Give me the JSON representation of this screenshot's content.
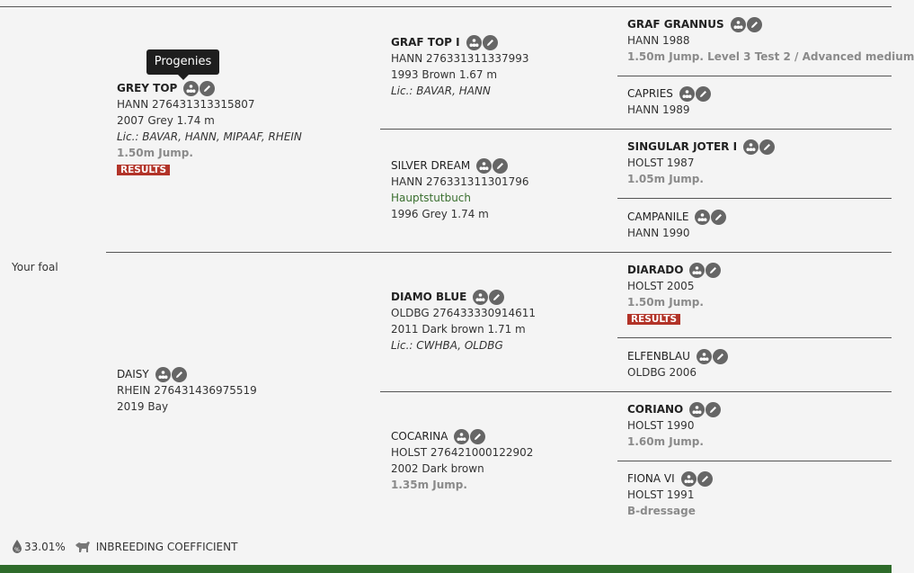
{
  "foal_label": "Your foal",
  "tooltip": "Progenies",
  "gen1": {
    "sire": {
      "name": "GREY TOP",
      "reg": "HANN 276431313315807",
      "details": "2007 Grey 1.74 m",
      "lic": "Lic.: BAVAR, HANN, MIPAAF, RHEIN",
      "perf": "1.50m Jump.",
      "badge": "RESULTS"
    },
    "dam": {
      "name": "DAISY",
      "reg": "RHEIN 276431436975519",
      "details": "2019 Bay"
    }
  },
  "gen2": {
    "ss": {
      "name": "GRAF TOP I",
      "reg": "HANN 276331311337993",
      "details": "1993 Brown 1.67 m",
      "lic": "Lic.: BAVAR, HANN"
    },
    "sd": {
      "name": "SILVER DREAM",
      "reg": "HANN 276331311301796",
      "book": "Hauptstutbuch",
      "details": "1996 Grey 1.74 m"
    },
    "ds": {
      "name": "DIAMO BLUE",
      "reg": "OLDBG 276433330914611",
      "details": "2011 Dark brown 1.71 m",
      "lic": "Lic.: CWHBA, OLDBG"
    },
    "dd": {
      "name": "COCARINA",
      "reg": "HOLST 276421000122902",
      "details": "2002 Dark brown",
      "perf": "1.35m Jump."
    }
  },
  "gen3": {
    "sss": {
      "name": "GRAF GRANNUS",
      "reg": "HANN 1988",
      "perf": "1.50m Jump. Level 3 Test 2 / Advanced medium"
    },
    "ssd": {
      "name": "CAPRIES",
      "reg": "HANN 1989"
    },
    "sds": {
      "name": "SINGULAR JOTER I",
      "reg": "HOLST 1987",
      "perf": "1.05m Jump."
    },
    "sdd": {
      "name": "CAMPANILE",
      "reg": "HANN 1990"
    },
    "dss": {
      "name": "DIARADO",
      "reg": "HOLST 2005",
      "perf": "1.50m Jump.",
      "badge": "RESULTS"
    },
    "dsd": {
      "name": "ELFENBLAU",
      "reg": "OLDBG 2006"
    },
    "dds": {
      "name": "CORIANO",
      "reg": "HOLST 1990",
      "perf": "1.60m Jump."
    },
    "ddd": {
      "name": "FIONA VI",
      "reg": "HOLST 1991",
      "perf": "B-dressage"
    }
  },
  "footer": {
    "percent": "33.01%",
    "label": "INBREEDING COEFFICIENT"
  },
  "icons": {
    "progenies": "progenies-icon",
    "edit": "pencil-icon",
    "percent": "percent-drop-icon",
    "horse": "horse-icon"
  },
  "colors": {
    "badge": "#b23328",
    "bottom_bar": "#2e6b2a",
    "muted_perf": "#8a8a8a",
    "green_text": "#3a6f2f"
  }
}
